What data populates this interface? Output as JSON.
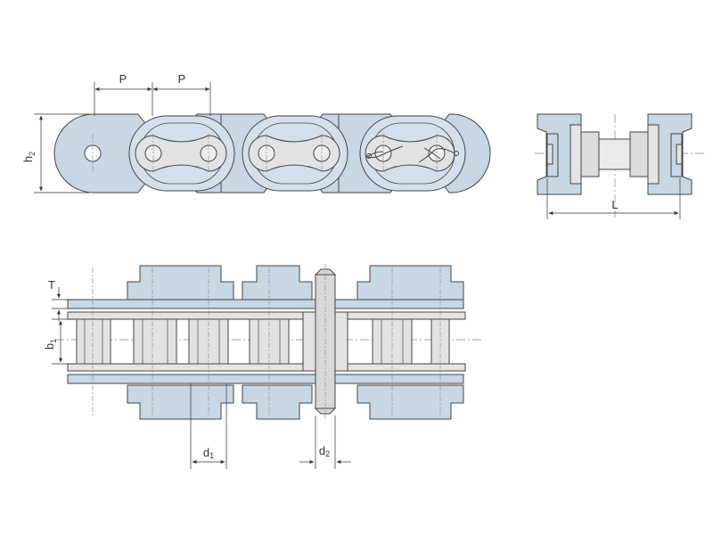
{
  "labels": {
    "pitch_left": "P",
    "pitch_right": "P",
    "height_main": "h",
    "height_sub": "2",
    "length": "L",
    "thickness": "T",
    "inner_width_main": "b",
    "inner_width_sub": "1",
    "roller_dia_main": "d",
    "roller_dia_sub": "1",
    "pin_dia_main": "d",
    "pin_dia_sub": "2"
  },
  "colors": {
    "outer_plate": "#c7d7e4",
    "inner_plate": "#e4e4e4",
    "pin": "#d8d8d8",
    "outline": "#444444",
    "centerline": "#888888",
    "dimension": "#333333"
  }
}
